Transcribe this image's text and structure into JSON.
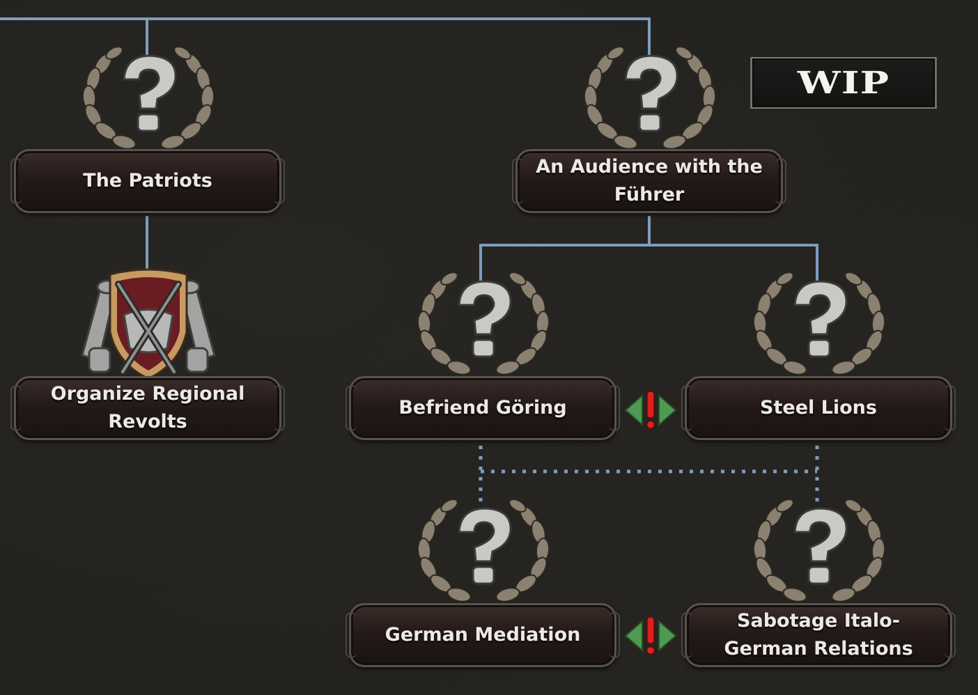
{
  "badge": {
    "text": "WIP"
  },
  "focus_tree": {
    "nodes": [
      {
        "id": "the-patriots",
        "title": "The Patriots",
        "icon": "unknown-question-laurel-icon"
      },
      {
        "id": "organize-regional-revolts",
        "title": "Organize Regional Revolts",
        "icon": "crossed-swords-shield-icon"
      },
      {
        "id": "audience-with-the-fuhrer",
        "title": "An Audience with the Führer",
        "icon": "unknown-question-laurel-icon"
      },
      {
        "id": "befriend-goring",
        "title": "Befriend Göring",
        "icon": "unknown-question-laurel-icon"
      },
      {
        "id": "steel-lions",
        "title": "Steel Lions",
        "icon": "unknown-question-laurel-icon"
      },
      {
        "id": "german-mediation",
        "title": "German Mediation",
        "icon": "unknown-question-laurel-icon"
      },
      {
        "id": "sabotage-italo-german-relations",
        "title": "Sabotage Italo-German Relations",
        "icon": "unknown-question-laurel-icon"
      }
    ],
    "exclusive_marker_icon": "mutually-exclusive-icon"
  },
  "colors": {
    "connector_line": "#7e9cbe",
    "laurel": "#8a8170",
    "question_mark": "#c9c9c6",
    "exclusive_arrow": "#4f9a52",
    "exclusive_mark": "#e0201d"
  }
}
